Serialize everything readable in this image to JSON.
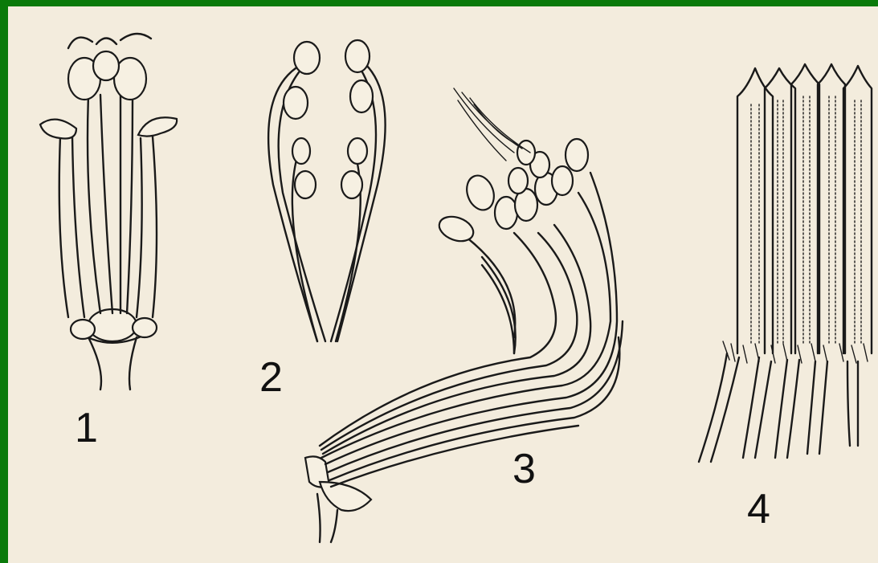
{
  "figures": [
    {
      "label": "1",
      "icon": "stamens-fused-at-base"
    },
    {
      "label": "2",
      "icon": "paired-stamens"
    },
    {
      "label": "3",
      "icon": "bundled-stamens"
    },
    {
      "label": "4",
      "icon": "fused-anther-tube"
    }
  ],
  "colors": {
    "border": "#0a7a0a",
    "paper": "#f3ecdd",
    "ink": "#1a1a1a"
  }
}
